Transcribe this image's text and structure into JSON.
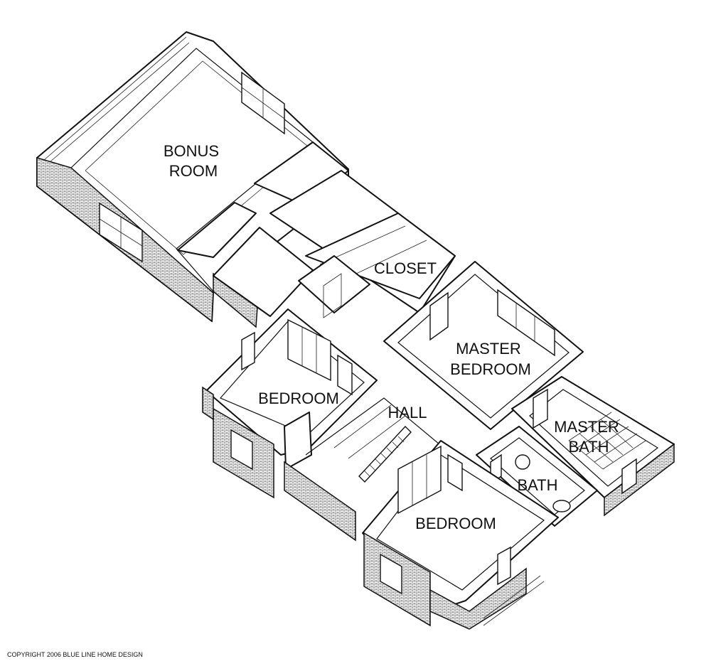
{
  "plan": {
    "rooms": [
      {
        "id": "bonus-room",
        "lines": [
          "BONUS",
          "ROOM"
        ]
      },
      {
        "id": "closet",
        "lines": [
          "CLOSET"
        ]
      },
      {
        "id": "master-bedroom",
        "lines": [
          "MASTER",
          "BEDROOM"
        ]
      },
      {
        "id": "bedroom-upper",
        "lines": [
          "BEDROOM"
        ]
      },
      {
        "id": "hall",
        "lines": [
          "HALL"
        ]
      },
      {
        "id": "master-bath",
        "lines": [
          "MASTER",
          "BATH"
        ]
      },
      {
        "id": "bath",
        "lines": [
          "BATH"
        ]
      },
      {
        "id": "bedroom-lower",
        "lines": [
          "BEDROOM"
        ]
      }
    ],
    "copyright": "COPYRIGHT 2006 BLUE LINE HOME DESIGN"
  }
}
